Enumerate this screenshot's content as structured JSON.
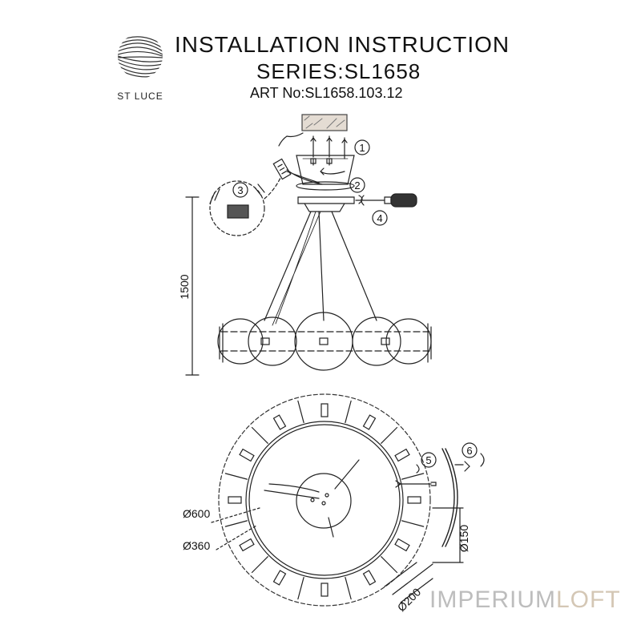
{
  "brand": {
    "logo_text": "ST LUCE"
  },
  "header": {
    "title": "INSTALLATION INSTRUCTION",
    "series": "SERIES:SL1658",
    "art_no": "ART No:SL1658.103.12"
  },
  "steps": [
    "1",
    "2",
    "3",
    "4",
    "5",
    "6"
  ],
  "dimensions": {
    "height": "1500",
    "outer_diameter": "Ø600",
    "inner_diameter": "Ø360",
    "canopy_diameter": "Ø150",
    "ring_diameter": "Ø200"
  },
  "watermark": {
    "part1": "IMPERIUM",
    "part2": "LOFT"
  },
  "colors": {
    "line": "#222222",
    "watermark_grey": "#bdbdbd",
    "watermark_beige": "#d4c7b5"
  }
}
